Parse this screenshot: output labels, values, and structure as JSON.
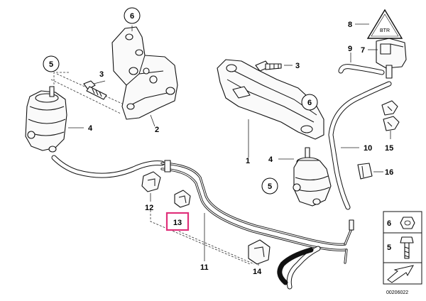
{
  "callouts": {
    "c1": "1",
    "c2": "2",
    "c3a": "3",
    "c3b": "3",
    "c4a": "4",
    "c4b": "4",
    "c5a": "5",
    "c5b": "5",
    "c6a": "6",
    "c6b": "6",
    "c7": "7",
    "c8": "8",
    "c9": "9",
    "c10": "10",
    "c11": "11",
    "c12": "12",
    "c13": "13",
    "c14": "14",
    "c15": "15",
    "c16": "16"
  },
  "legend": {
    "item1": "6",
    "item2": "5"
  },
  "warning_text": "BTR",
  "diagram_id": "00206022",
  "colors": {
    "highlight": "#e0307a",
    "line": "#111111"
  },
  "icons": [
    "warning-triangle-icon",
    "arrow-icon"
  ]
}
